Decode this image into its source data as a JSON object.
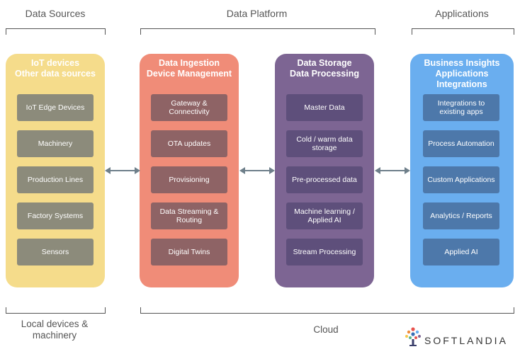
{
  "sections": {
    "data_sources": "Data Sources",
    "data_platform": "Data Platform",
    "applications": "Applications"
  },
  "columns": [
    {
      "title": [
        "IoT devices",
        "Other data sources"
      ],
      "boxes": [
        "IoT Edge Devices",
        "Machinery",
        "Production Lines",
        "Factory Systems",
        "Sensors"
      ]
    },
    {
      "title": [
        "Data Ingestion",
        "Device Management"
      ],
      "boxes": [
        "Gateway & Connectivity",
        "OTA updates",
        "Provisioning",
        "Data Streaming & Routing",
        "Digital Twins"
      ]
    },
    {
      "title": [
        "Data Storage",
        "Data Processing"
      ],
      "boxes": [
        "Master Data",
        "Cold / warm data storage",
        "Pre-processed data",
        "Machine learning / Applied AI",
        "Stream Processing"
      ]
    },
    {
      "title": [
        "Business Insights",
        "Applications",
        "Integrations"
      ],
      "boxes": [
        "Integrations to existing apps",
        "Process Automation",
        "Custom Applications",
        "Analytics / Reports",
        "Applied AI"
      ]
    }
  ],
  "bottom": {
    "local": "Local devices & machinery",
    "cloud": "Cloud"
  },
  "logo": {
    "text": "SOFTLANDIA"
  },
  "colors": {
    "yellow_column": "#f5dc8b",
    "salmon_column": "#f08c78",
    "purple_column": "#7d6593",
    "blue_column": "#6aaeef",
    "arrow": "#6e7f8a"
  }
}
